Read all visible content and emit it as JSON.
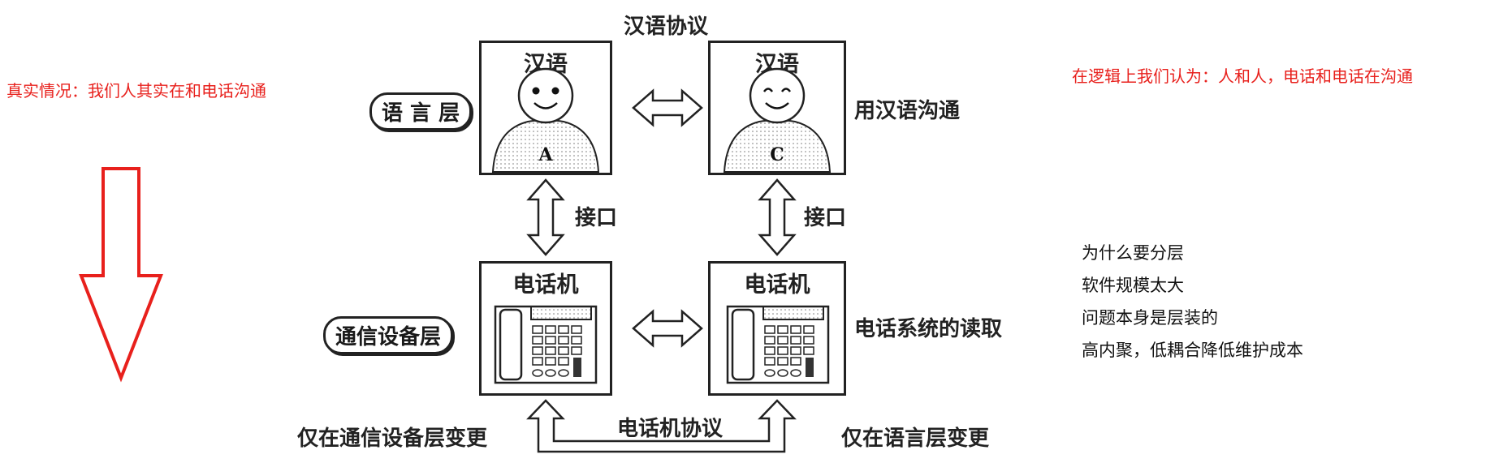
{
  "left_note": "真实情况：我们人其实在和电话沟通",
  "right_note": "在逻辑上我们认为：人和人，电话和电话在沟通",
  "reasons": {
    "title": "为什么要分层",
    "items": [
      "软件规模太大",
      "问题本身是层装的",
      "高内聚，低耦合降低维护成本"
    ]
  },
  "diagram": {
    "top_protocol": "汉语协议",
    "bottom_protocol": "电话机协议",
    "language_layer": "语 言 层",
    "comm_layer": "通信设备层",
    "language_box_title": "汉语",
    "person_a": "A",
    "person_c": "C",
    "phone_box_title": "电话机",
    "interface": "接口",
    "use_chinese": "用汉语沟通",
    "phone_system_read": "电话系统的读取",
    "only_comm_change": "仅在通信设备层变更",
    "only_lang_change": "仅在语言层变更"
  },
  "colors": {
    "red": "#e8201c",
    "ink": "#222222"
  }
}
